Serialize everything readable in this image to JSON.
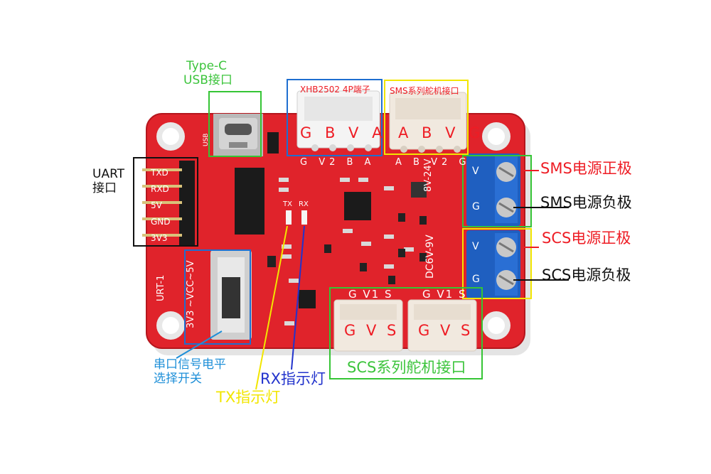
{
  "labels": {
    "typec": "Type-C",
    "usb_port": "USB接口",
    "uart": "UART",
    "uart_port": "接口",
    "xhb_connector": "XHB2502 4P端子",
    "sms_servo_port": "SMS系列舵机接口",
    "sms_power_pos": "SMS电源正极",
    "sms_power_neg": "SMS电源负极",
    "scs_power_pos": "SCS电源正极",
    "scs_power_neg": "SCS电源负极",
    "scs_servo_port": "SCS系列舵机接口",
    "serial_level_switch_line1": "串口信号电平",
    "serial_level_switch_line2": "选择开关",
    "tx_led": "TX指示灯",
    "rx_led": "RX指示灯"
  },
  "board": {
    "xhb_pins": "G B V A",
    "xhb_silk": "G V2 B A",
    "sms_pins": "A B V G",
    "sms_silk": "A B V2 G",
    "scs_pins_left": "G V S",
    "scs_pins_right": "G V S",
    "scs_silk_left": "G V1 S",
    "scs_silk_right": "G V1 S",
    "uart_pins": [
      "TXD",
      "RXD",
      "5V",
      "GND",
      "3V3"
    ],
    "voltage_v2": "8V-24V",
    "voltage_v1": "DC6V-9V",
    "switch_silk": "3V3 ~VCC~5V",
    "terminal_top_pins": [
      "V",
      "G"
    ],
    "terminal_bottom_pins": [
      "V",
      "G"
    ],
    "board_name": "URT-1",
    "usb_silk": "USB",
    "tx_silk": "TX",
    "rx_silk": "RX"
  },
  "colors": {
    "pcb_red": "#e0232b",
    "terminal_blue": "#1f5fc0",
    "box_green": "#35c535",
    "box_yellow": "#f2e600",
    "box_blue": "#1e6fd0",
    "box_black": "#111111"
  }
}
